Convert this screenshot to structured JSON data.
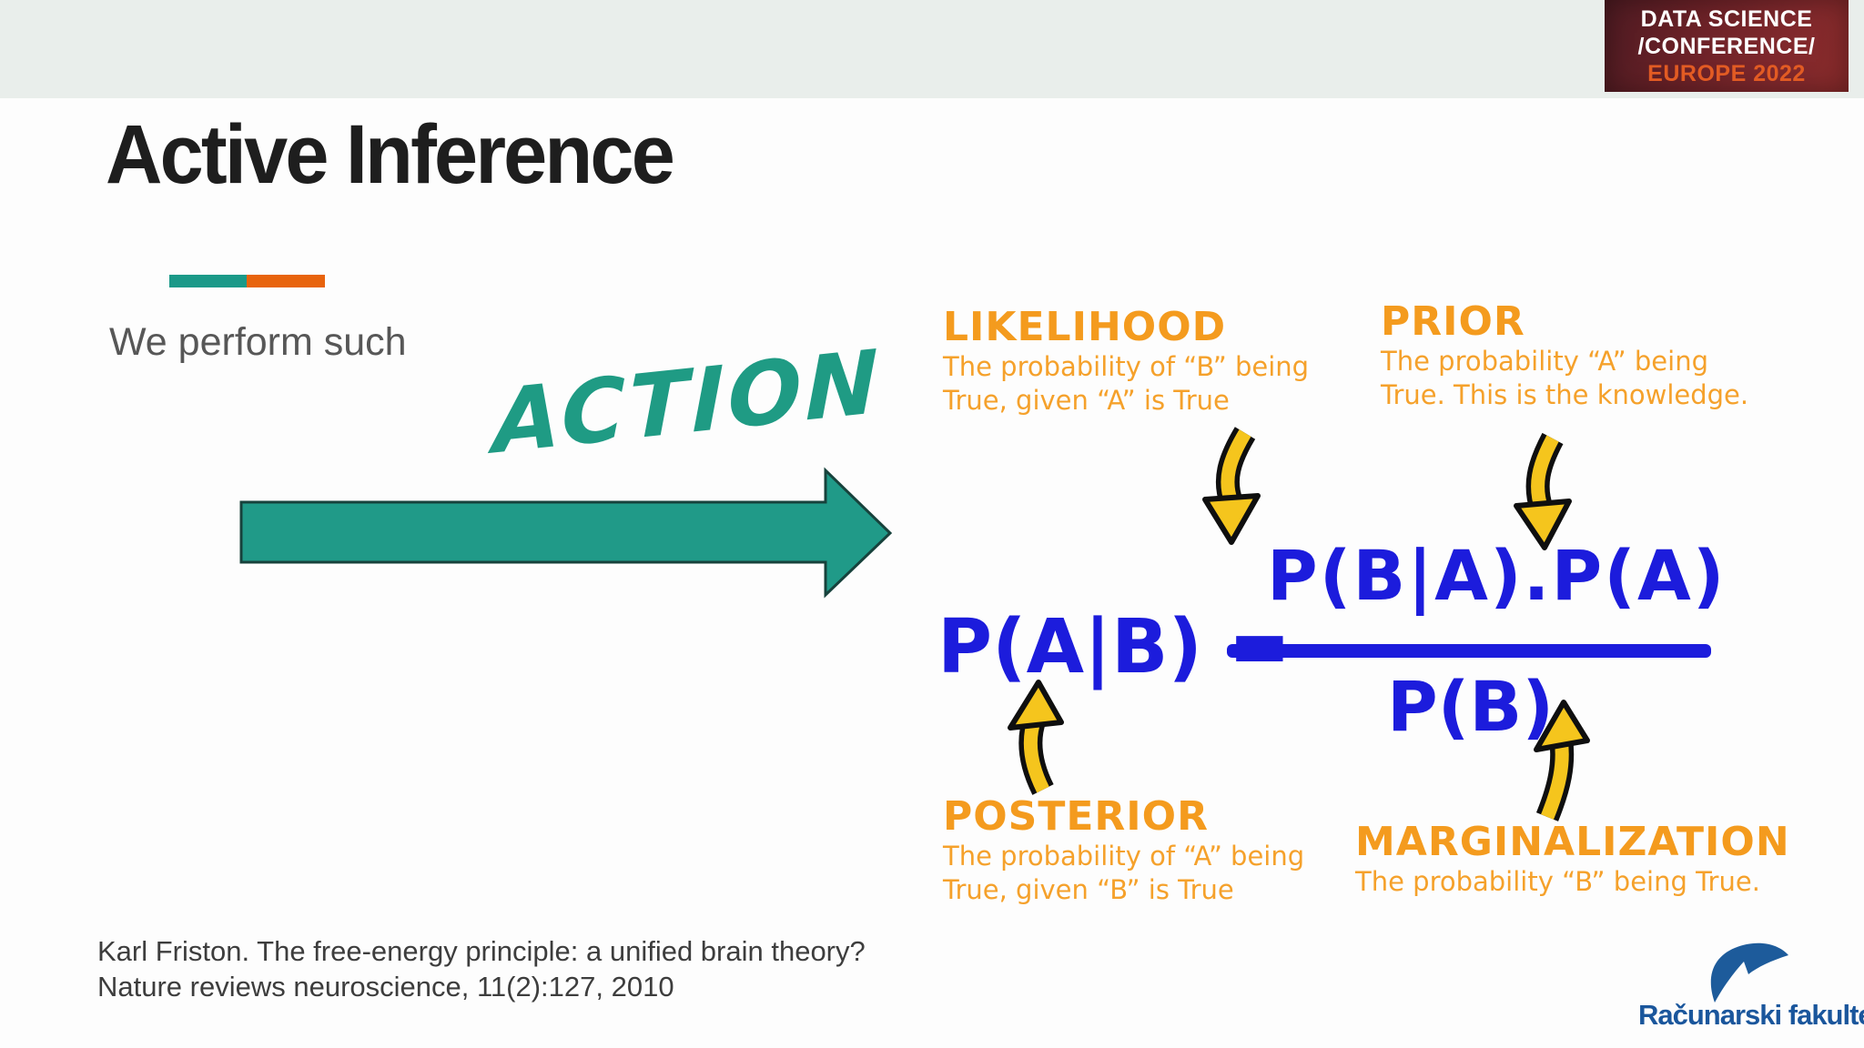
{
  "header": {
    "conference_logo": {
      "line1": "DATA SCIENCE",
      "line2": "/CONFERENCE/",
      "line3": "EUROPE 2022"
    }
  },
  "slide": {
    "title": "Active Inference",
    "lead_text": "We perform such",
    "action_word": "ACTION"
  },
  "formula": {
    "lhs": "P(A|B) =",
    "numerator": "P(B|A).P(A)",
    "denominator": "P(B)"
  },
  "annotations": [
    {
      "title": "LIKELIHOOD",
      "line1": "The probability of “B” being",
      "line2": "True, given “A” is True"
    },
    {
      "title": "PRIOR",
      "line1": "The probability “A” being",
      "line2": "True. This is the knowledge."
    },
    {
      "title": "POSTERIOR",
      "line1": "The probability of “A” being",
      "line2": "True, given “B” is True"
    },
    {
      "title": "MARGINALIZATION",
      "line1": "The probability “B” being True.",
      "line2": ""
    }
  ],
  "citation": {
    "line1": "Karl Friston. The free-energy principle: a unified brain theory?",
    "line2": "Nature reviews neuroscience, 11(2):127, 2010"
  },
  "footer_logo": {
    "text": "Računarski fakultet"
  },
  "colors": {
    "header_strip": "#e9eeeb",
    "conference_box_maroon": "#6a2127",
    "conference_accent_orange": "#e25b23",
    "divider_teal": "#1a9988",
    "divider_orange": "#e8630c",
    "action_teal": "#1f9b84",
    "arrow_teal": "#209a88",
    "annotation_orange": "#f49b1e",
    "formula_blue": "#1c1cdc",
    "hand_arrow_yellow": "#f5c51d",
    "citation_gray": "#3d3d3d",
    "faculty_blue": "#1a569c"
  }
}
